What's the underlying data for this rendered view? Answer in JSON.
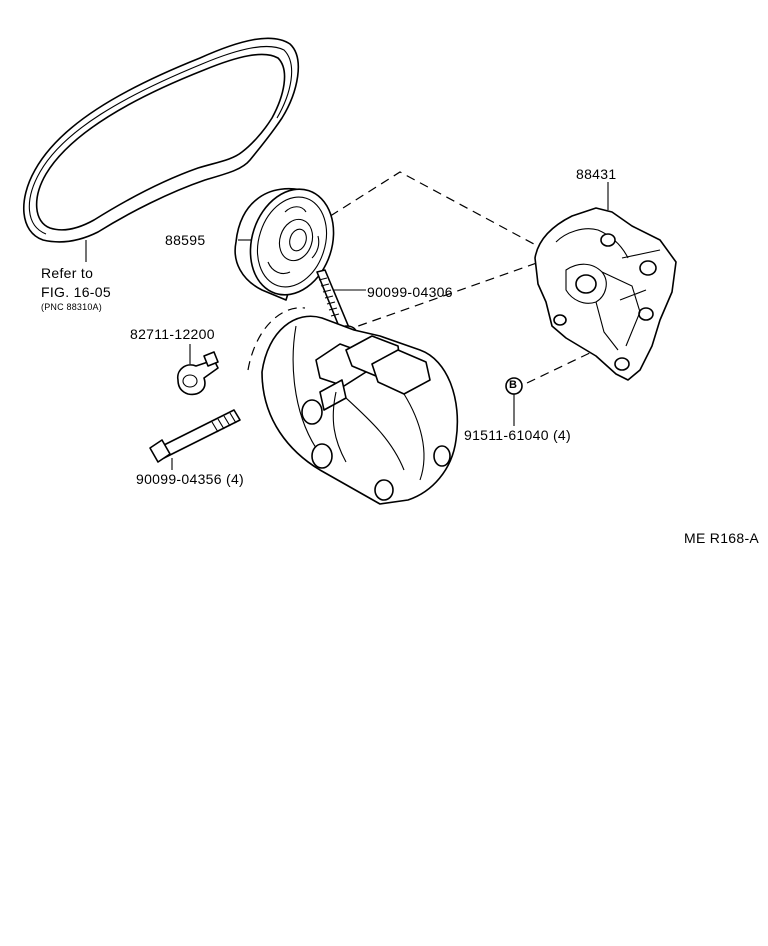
{
  "diagram": {
    "labels": {
      "belt_note_line1": "Refer to",
      "belt_note_line2": "FIG. 16-05",
      "belt_note_line3": "(PNC 88310A)",
      "part_88595": "88595",
      "part_90099_04306": "90099-04306",
      "part_82711_12200": "82711-12200",
      "part_90099_04356": "90099-04356 (4)",
      "part_88431": "88431",
      "part_91511_61040": "91511-61040 (4)",
      "callout_b": "B",
      "drawing_code": "ME R168-A"
    }
  }
}
